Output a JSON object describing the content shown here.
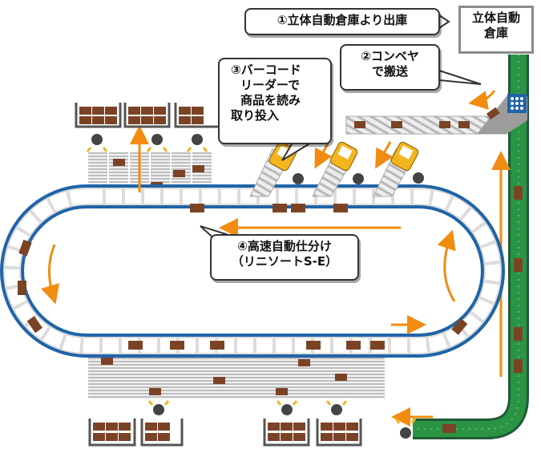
{
  "colors": {
    "loop_track": "#1f64a8",
    "loop_inner": "#e4e4e4",
    "conveyor_green": "#2a9444",
    "conveyor_dark": "#1f5a35",
    "box": "#7b4326",
    "box_dark": "#5a2e18",
    "arrow": "#f28c11",
    "chute": "#c9c9c9",
    "scanner": "#f3b41e",
    "stations_frame": "#555555",
    "worker": "#444444"
  },
  "labels": {
    "warehouse": [
      "立体自動",
      "倉庫"
    ],
    "callout_1": [
      "①立体自動倉庫より出庫"
    ],
    "callout_2": [
      "②コンベヤ",
      "で搬送"
    ],
    "callout_3": [
      "③バーコード",
      "リーダーで",
      "商品を読み",
      "取り投入"
    ],
    "callout_4": [
      "④高速自動仕分け",
      "（リニソートS-E）"
    ]
  },
  "icons": [
    "worker-icon",
    "barcode-scanner-icon",
    "box-icon",
    "flow-arrow-icon",
    "transfer-grid-icon"
  ]
}
